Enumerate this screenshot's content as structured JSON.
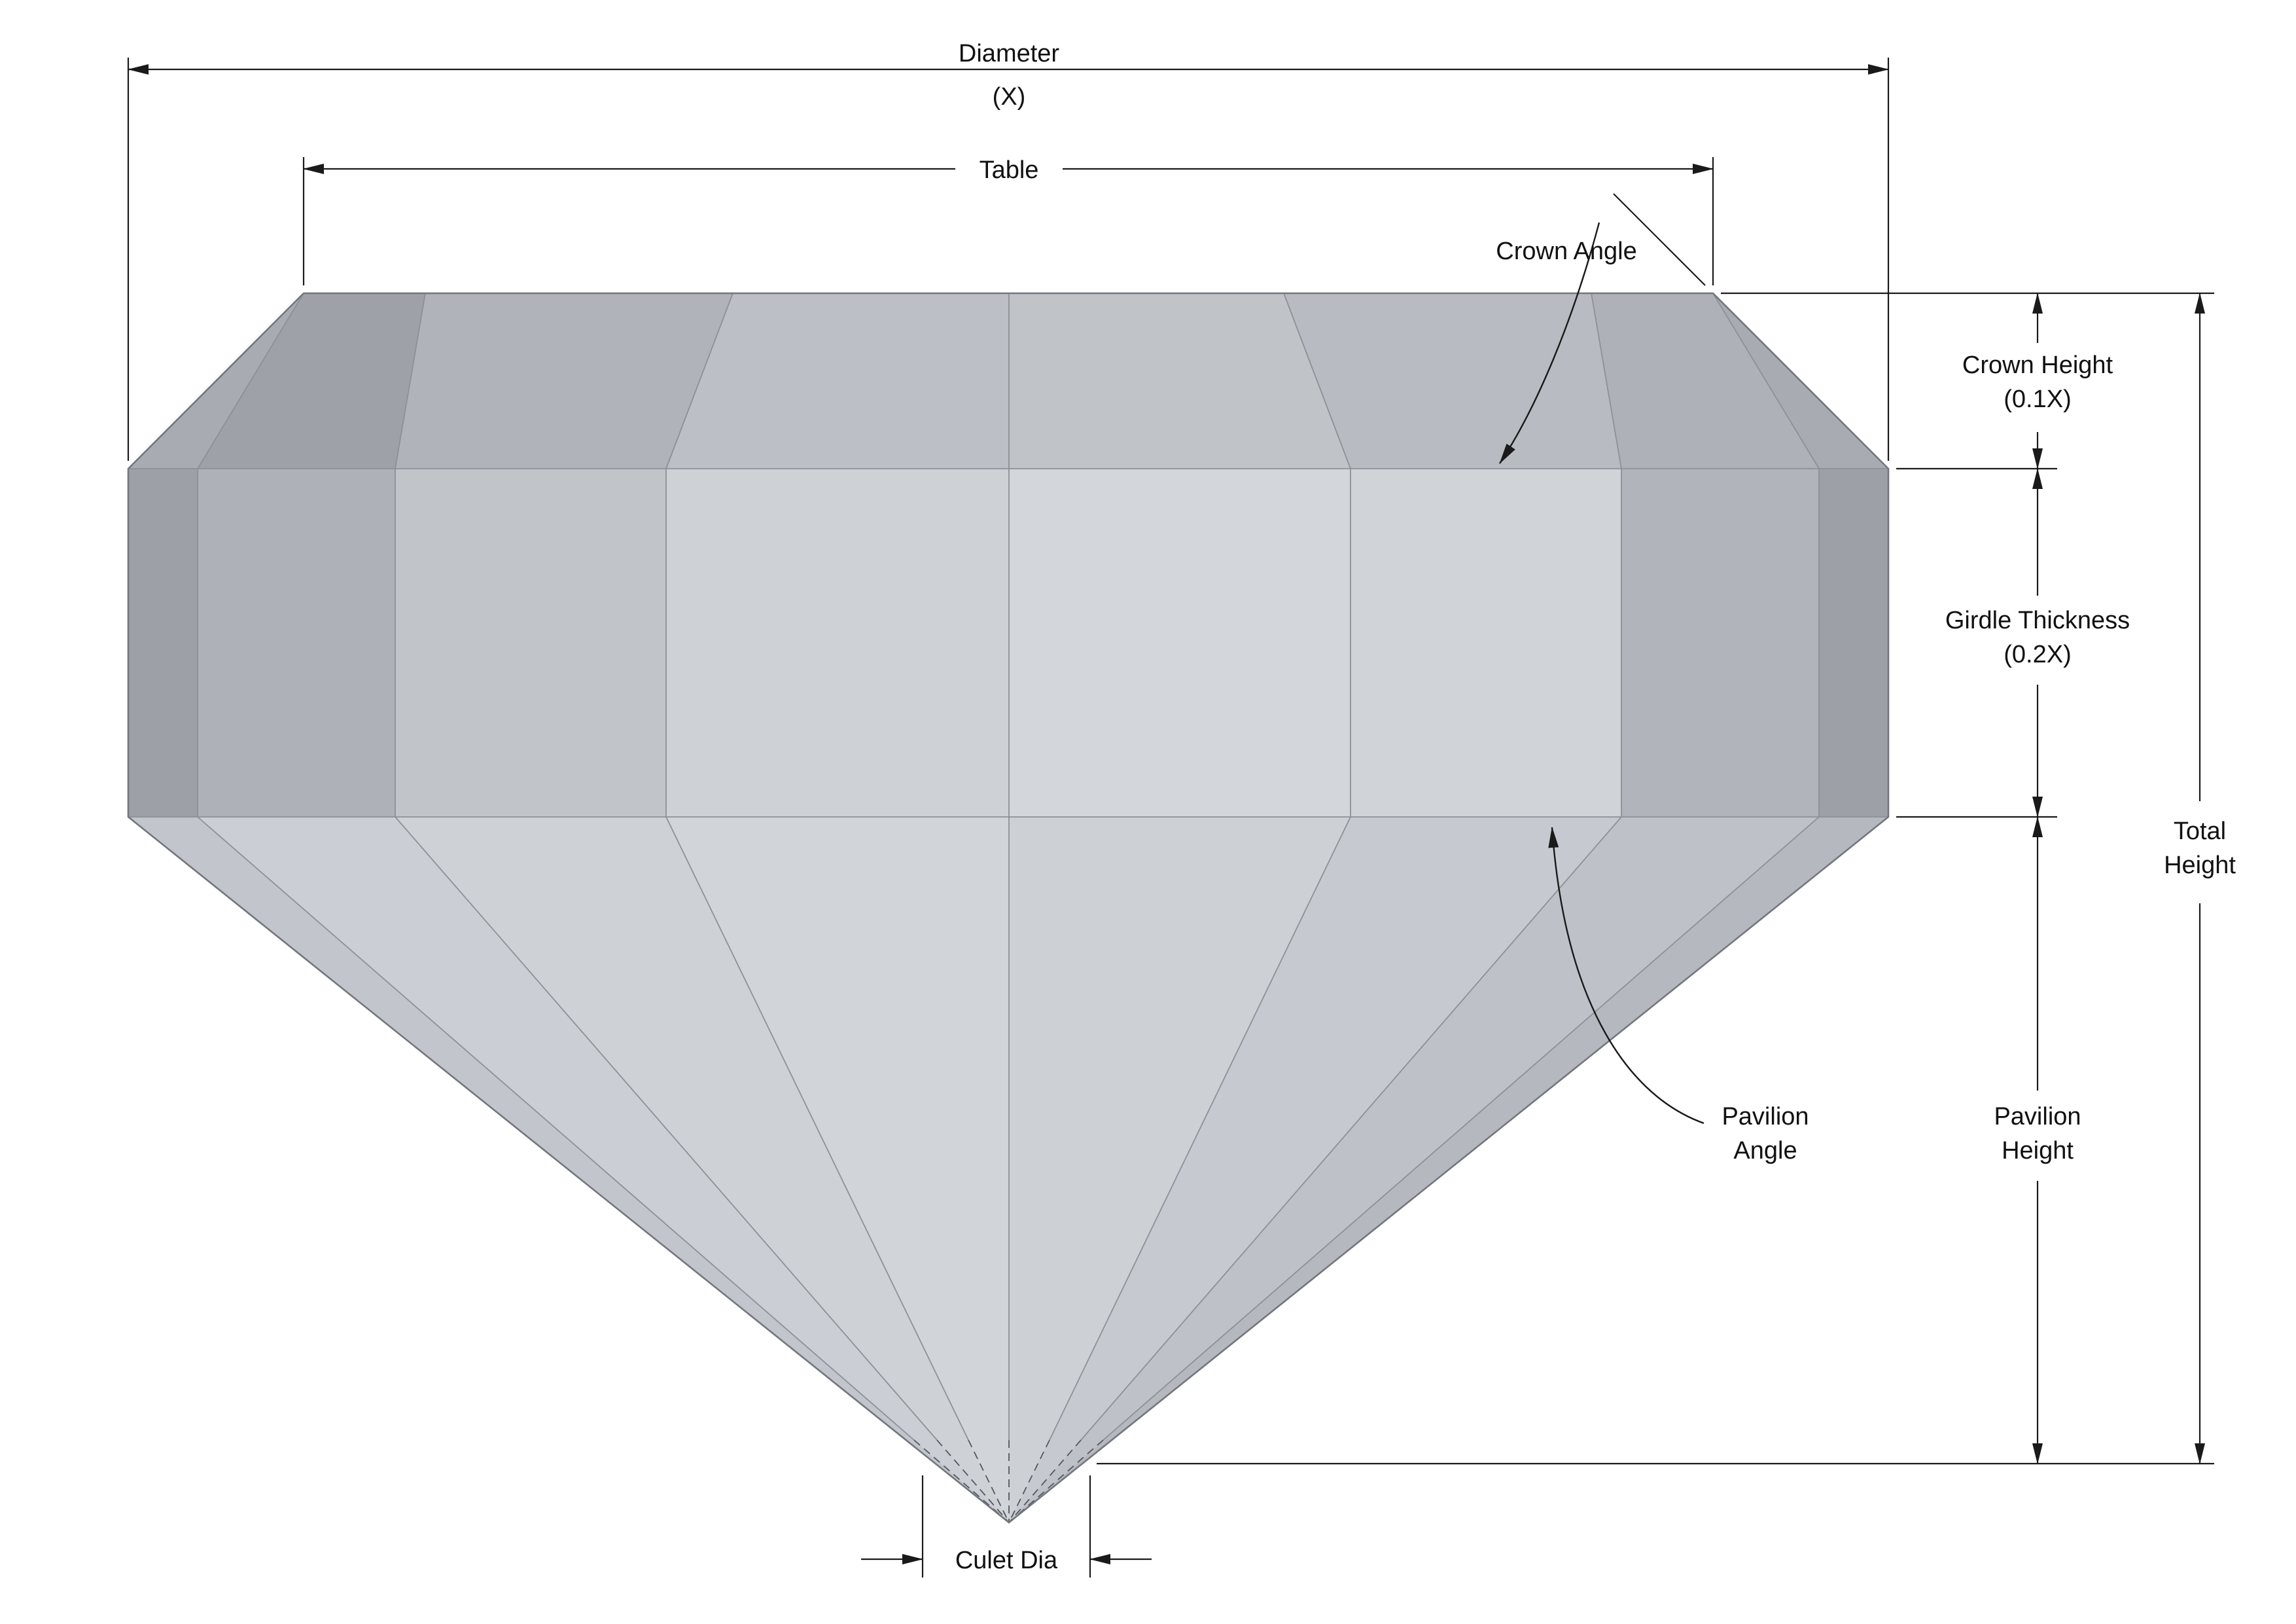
{
  "diagram": {
    "subject": "diamond-proportions-side-view",
    "dimensions": {
      "diameter": {
        "label": "Diameter",
        "sub": "(X)"
      },
      "table": {
        "label": "Table"
      },
      "crown_angle": {
        "label": "Crown Angle"
      },
      "crown_height": {
        "label": "Crown Height",
        "sub": "(0.1X)"
      },
      "girdle_thickness": {
        "label": "Girdle Thickness",
        "sub": "(0.2X)"
      },
      "total_height": {
        "line1": "Total",
        "line2": "Height"
      },
      "pavilion_angle": {
        "line1": "Pavilion",
        "line2": "Angle"
      },
      "pavilion_height": {
        "line1": "Pavilion",
        "line2": "Height"
      },
      "culet": {
        "label": "Culet Dia"
      }
    },
    "colors": {
      "background": "#ffffff",
      "dimension_line": "#1a1a1a",
      "facet_edge": "#8d9197",
      "outline": "#73777d",
      "hidden_edge": "#54585e",
      "crown": [
        "#a8acb2",
        "#9ea2a8",
        "#b0b4ba",
        "#bcc0c6",
        "#c0c4c9",
        "#b8bcc2",
        "#aeb2b8",
        "#a8acb2"
      ],
      "girdle": [
        "#9da1a7",
        "#aeb2b8",
        "#c1c5ca",
        "#ced1d6",
        "#d3d6db",
        "#d0d3d8",
        "#b1b5bb",
        "#9da1a7"
      ],
      "pavilion": [
        "#c2c6cc",
        "#cbced4",
        "#ced2d7",
        "#d1d5da",
        "#cdd1d6",
        "#c6cad0",
        "#bec2c8",
        "#b5b9bf"
      ]
    }
  }
}
